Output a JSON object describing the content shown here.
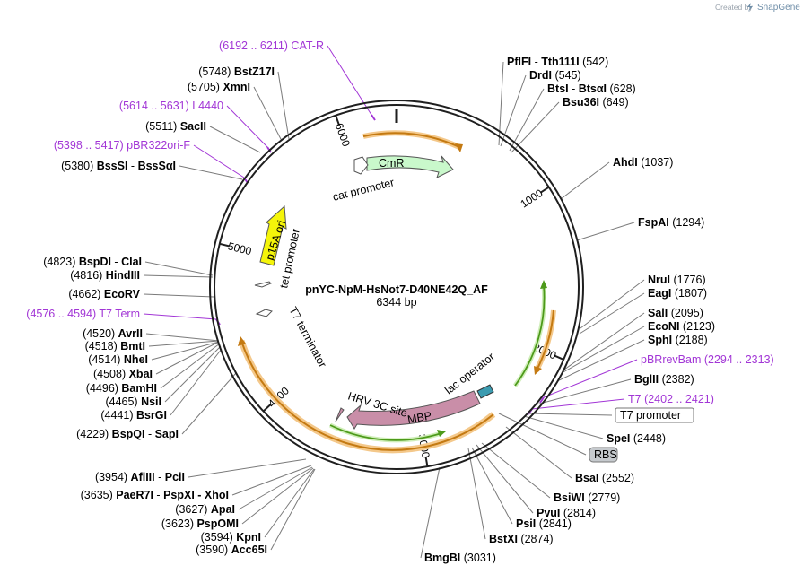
{
  "brand": {
    "created_by": "Created by",
    "product": "SnapGene"
  },
  "plasmid": {
    "name": "pnYC-NpM-HsNot7-D40NE42Q_AF",
    "size": "6344 bp"
  },
  "ruler": [
    "1000",
    "2000",
    "3000",
    "4000",
    "5000",
    "6000"
  ],
  "features": {
    "cmr": "CmR",
    "cat_promoter": "cat promoter",
    "p15a_ori": "p15A ori",
    "tet_promoter": "tet promoter",
    "t7_terminator": "T7 terminator",
    "hrv_site": "HRV 3C site",
    "mbp": "MBP",
    "lac_operator": "lac operator"
  },
  "colors": {
    "backbone": "#1f1f1f",
    "cmr_fill": "#c9f8cb",
    "p15a_fill": "#f5f50a",
    "mbp_fill": "#c98ea8",
    "orf_orange": "#e69a1e",
    "orf_green": "#4d9a1a",
    "purple": "#a236d6",
    "leader": "#7a7a7a"
  },
  "sites": [
    {
      "name": "PflFI",
      "sep": " - ",
      "name2": "Tth111I",
      "pos": "(542)",
      "purple": false,
      "side": "right",
      "kind": "plain"
    },
    {
      "name": "DrdI",
      "sep": "",
      "name2": "",
      "pos": "(545)",
      "purple": false,
      "side": "right",
      "kind": "plain"
    },
    {
      "name": "BtsI",
      "sep": " - ",
      "name2": "BtsαI",
      "pos": "(628)",
      "purple": false,
      "side": "right",
      "kind": "plain"
    },
    {
      "name": "Bsu36I",
      "sep": "",
      "name2": "",
      "pos": "(649)",
      "purple": false,
      "side": "right",
      "kind": "plain"
    },
    {
      "name": "AhdI",
      "sep": "",
      "name2": "",
      "pos": "(1037)",
      "purple": false,
      "side": "right",
      "kind": "plain"
    },
    {
      "name": "FspAI",
      "sep": "",
      "name2": "",
      "pos": "(1294)",
      "purple": false,
      "side": "right",
      "kind": "plain"
    },
    {
      "name": "NruI",
      "sep": "",
      "name2": "",
      "pos": "(1776)",
      "purple": false,
      "side": "right",
      "kind": "plain"
    },
    {
      "name": "EagI",
      "sep": "",
      "name2": "",
      "pos": "(1807)",
      "purple": false,
      "side": "right",
      "kind": "plain"
    },
    {
      "name": "SalI",
      "sep": "",
      "name2": "",
      "pos": "(2095)",
      "purple": false,
      "side": "right",
      "kind": "plain"
    },
    {
      "name": "EcoNI",
      "sep": "",
      "name2": "",
      "pos": "(2123)",
      "purple": false,
      "side": "right",
      "kind": "plain"
    },
    {
      "name": "SphI",
      "sep": "",
      "name2": "",
      "pos": "(2188)",
      "purple": false,
      "side": "right",
      "kind": "plain"
    },
    {
      "name": "pBRrevBam",
      "sep": "",
      "name2": "",
      "pos": "(2294 .. 2313)",
      "purple": true,
      "side": "right",
      "kind": "plain"
    },
    {
      "name": "BglII",
      "sep": "",
      "name2": "",
      "pos": "(2382)",
      "purple": false,
      "side": "right",
      "kind": "plain"
    },
    {
      "name": "T7",
      "sep": "",
      "name2": "",
      "pos": "(2402 .. 2421)",
      "purple": true,
      "side": "right",
      "kind": "plain"
    },
    {
      "name": "T7 promoter",
      "sep": "",
      "name2": "",
      "pos": "",
      "purple": false,
      "side": "right",
      "kind": "box"
    },
    {
      "name": "SpeI",
      "sep": "",
      "name2": "",
      "pos": "(2448)",
      "purple": false,
      "side": "right",
      "kind": "plain"
    },
    {
      "name": "RBS",
      "sep": "",
      "name2": "",
      "pos": "",
      "purple": false,
      "side": "right",
      "kind": "greybox"
    },
    {
      "name": "BsaI",
      "sep": "",
      "name2": "",
      "pos": "(2552)",
      "purple": false,
      "side": "right",
      "kind": "plain"
    },
    {
      "name": "BsiWI",
      "sep": "",
      "name2": "",
      "pos": "(2779)",
      "purple": false,
      "side": "right",
      "kind": "plain"
    },
    {
      "name": "PvuI",
      "sep": "",
      "name2": "",
      "pos": "(2814)",
      "purple": false,
      "side": "right",
      "kind": "plain"
    },
    {
      "name": "PsiI",
      "sep": "",
      "name2": "",
      "pos": "(2841)",
      "purple": false,
      "side": "right",
      "kind": "plain"
    },
    {
      "name": "BstXI",
      "sep": "",
      "name2": "",
      "pos": "(2874)",
      "purple": false,
      "side": "right",
      "kind": "plain"
    },
    {
      "name": "BmgBI",
      "sep": "",
      "name2": "",
      "pos": "(3031)",
      "purple": false,
      "side": "right",
      "kind": "plain"
    },
    {
      "name": "CAT-R",
      "sep": "",
      "name2": "",
      "pos": "(6192 .. 6211)",
      "purple": true,
      "side": "left",
      "kind": "plain"
    },
    {
      "name": "BstZ17I",
      "sep": "",
      "name2": "",
      "pos": "(5748)",
      "purple": false,
      "side": "left",
      "kind": "plain"
    },
    {
      "name": "XmnI",
      "sep": "",
      "name2": "",
      "pos": "(5705)",
      "purple": false,
      "side": "left",
      "kind": "plain"
    },
    {
      "name": "L4440",
      "sep": "",
      "name2": "",
      "pos": "(5614 .. 5631)",
      "purple": true,
      "side": "left",
      "kind": "plain"
    },
    {
      "name": "SacII",
      "sep": "",
      "name2": "",
      "pos": "(5511)",
      "purple": false,
      "side": "left",
      "kind": "plain"
    },
    {
      "name": "pBR322ori-F",
      "sep": "",
      "name2": "",
      "pos": "(5398 .. 5417)",
      "purple": true,
      "side": "left",
      "kind": "plain"
    },
    {
      "name": "BssSI",
      "sep": " - ",
      "name2": "BssSαI",
      "pos": "(5380)",
      "purple": false,
      "side": "left",
      "kind": "plain"
    },
    {
      "name": "BspDI",
      "sep": " - ",
      "name2": "ClaI",
      "pos": "(4823)",
      "purple": false,
      "side": "left",
      "kind": "plain"
    },
    {
      "name": "HindIII",
      "sep": "",
      "name2": "",
      "pos": "(4816)",
      "purple": false,
      "side": "left",
      "kind": "plain"
    },
    {
      "name": "EcoRV",
      "sep": "",
      "name2": "",
      "pos": "(4662)",
      "purple": false,
      "side": "left",
      "kind": "plain"
    },
    {
      "name": "T7 Term",
      "sep": "",
      "name2": "",
      "pos": "(4576 .. 4594)",
      "purple": true,
      "side": "left",
      "kind": "plain"
    },
    {
      "name": "AvrII",
      "sep": "",
      "name2": "",
      "pos": "(4520)",
      "purple": false,
      "side": "left",
      "kind": "plain"
    },
    {
      "name": "BmtI",
      "sep": "",
      "name2": "",
      "pos": "(4518)",
      "purple": false,
      "side": "left",
      "kind": "plain"
    },
    {
      "name": "NheI",
      "sep": "",
      "name2": "",
      "pos": "(4514)",
      "purple": false,
      "side": "left",
      "kind": "plain"
    },
    {
      "name": "XbaI",
      "sep": "",
      "name2": "",
      "pos": "(4508)",
      "purple": false,
      "side": "left",
      "kind": "plain"
    },
    {
      "name": "BamHI",
      "sep": "",
      "name2": "",
      "pos": "(4496)",
      "purple": false,
      "side": "left",
      "kind": "plain"
    },
    {
      "name": "NsiI",
      "sep": "",
      "name2": "",
      "pos": "(4465)",
      "purple": false,
      "side": "left",
      "kind": "plain"
    },
    {
      "name": "BsrGI",
      "sep": "",
      "name2": "",
      "pos": "(4441)",
      "purple": false,
      "side": "left",
      "kind": "plain"
    },
    {
      "name": "BspQI",
      "sep": " - ",
      "name2": "SapI",
      "pos": "(4229)",
      "purple": false,
      "side": "left",
      "kind": "plain"
    },
    {
      "name": "AflIII",
      "sep": " - ",
      "name2": "PciI",
      "pos": "(3954)",
      "purple": false,
      "side": "left",
      "kind": "plain"
    },
    {
      "name": "PaeR7I",
      "sep": " - ",
      "name2": "PspXI - XhoI",
      "pos": "(3635)",
      "purple": false,
      "side": "left",
      "kind": "plain"
    },
    {
      "name": "ApaI",
      "sep": "",
      "name2": "",
      "pos": "(3627)",
      "purple": false,
      "side": "left",
      "kind": "plain"
    },
    {
      "name": "PspOMI",
      "sep": "",
      "name2": "",
      "pos": "(3623)",
      "purple": false,
      "side": "left",
      "kind": "plain"
    },
    {
      "name": "KpnI",
      "sep": "",
      "name2": "",
      "pos": "(3594)",
      "purple": false,
      "side": "left",
      "kind": "plain"
    },
    {
      "name": "Acc65I",
      "sep": "",
      "name2": "",
      "pos": "(3590)",
      "purple": false,
      "side": "left",
      "kind": "plain"
    }
  ]
}
